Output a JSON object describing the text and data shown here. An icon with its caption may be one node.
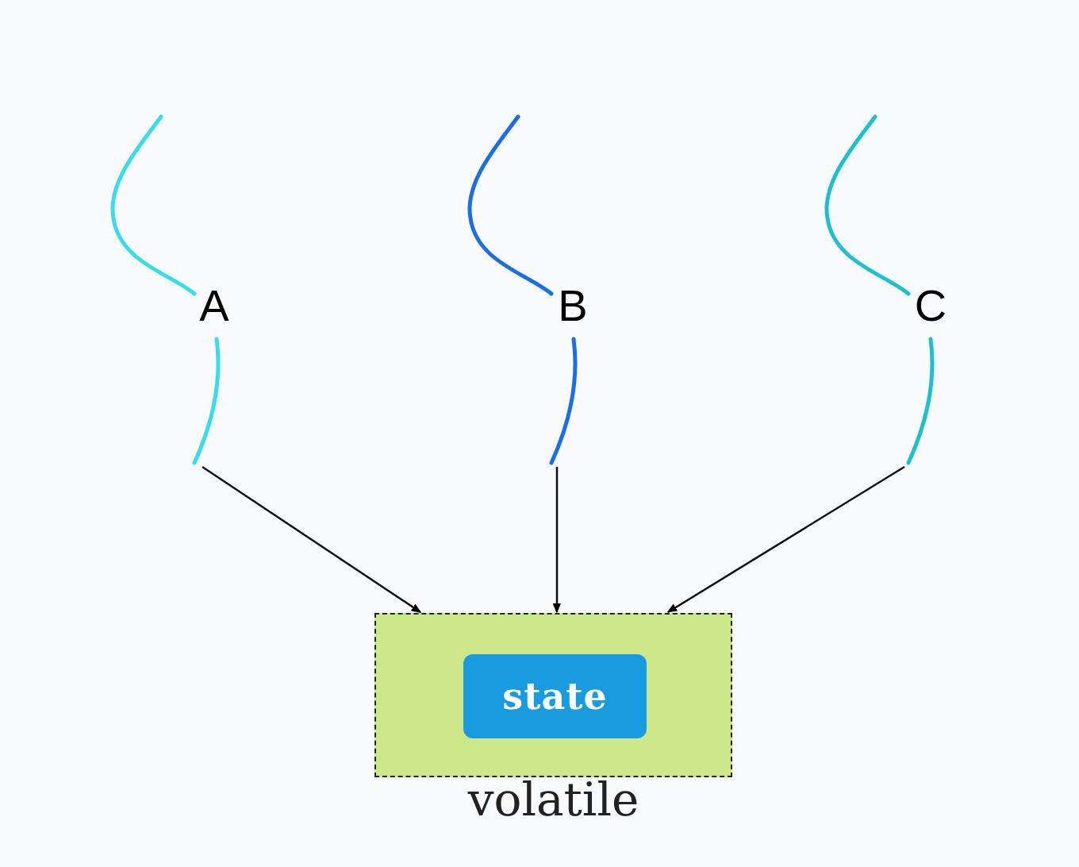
{
  "diagram": {
    "nodes": [
      {
        "text": [
          "A"
        ]
      },
      {
        "text": [
          "B"
        ]
      },
      {
        "text": [
          "C"
        ]
      },
      {
        "text": [
          "volatile"
        ]
      },
      {
        "text": [
          "state"
        ],
        "in": 3
      }
    ],
    "edges": [
      {
        "from": 0,
        "to": 3,
        "arrow": "to"
      },
      {
        "from": 1,
        "to": 3,
        "arrow": "to"
      },
      {
        "from": 2,
        "to": 3,
        "arrow": "to"
      }
    ]
  }
}
